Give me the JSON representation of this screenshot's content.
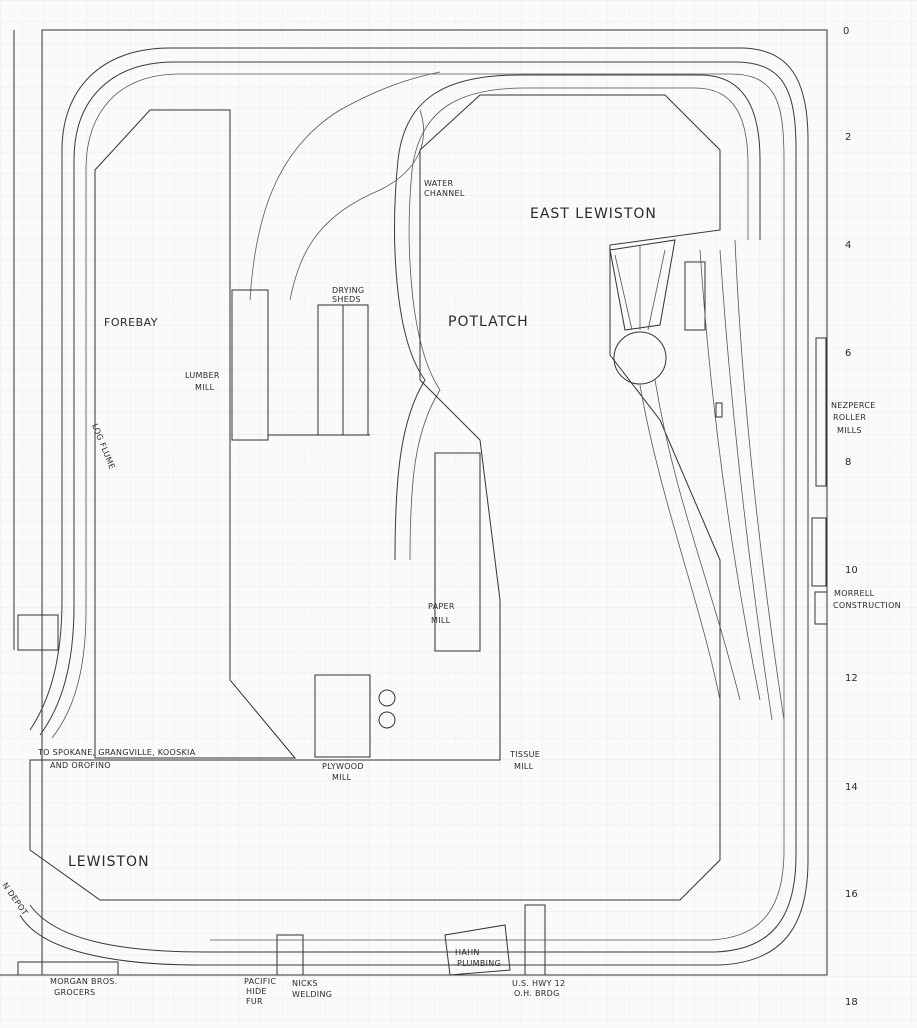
{
  "labels": {
    "forebay": "FOREBAY",
    "lumber_mill": [
      "LUMBER",
      "MILL"
    ],
    "log_flume": "LOG FLUME",
    "drying_sheds": [
      "DRYING",
      "SHEDS"
    ],
    "water_channel": [
      "WATER",
      "CHANNEL"
    ],
    "east_lewiston": "EAST LEWISTON",
    "potlatch": "POTLATCH",
    "nez_perce": [
      "NEZPERCE",
      "ROLLER",
      "MILLS"
    ],
    "morrell": [
      "MORRELL",
      "CONSTRUCTION"
    ],
    "paper_mill": [
      "PAPER",
      "MILL"
    ],
    "plywood_mill": [
      "PLYWOOD",
      "MILL"
    ],
    "tissue_mill": [
      "TISSUE",
      "MILL"
    ],
    "to_spokane": [
      "TO SPOKANE, GRANGVILLE, KOOSKIA",
      "AND OROFINO"
    ],
    "lewiston": "LEWISTON",
    "depot": "N DEPOT",
    "morgan_bros": [
      "MORGAN BROS.",
      "GROCERS"
    ],
    "pacific_hide": [
      "PACIFIC",
      "HIDE",
      "FUR"
    ],
    "nicks_welding": [
      "NICKS",
      "WELDING"
    ],
    "hahn_plumbing": [
      "HAHN",
      "PLUMBING"
    ],
    "us_hwy_12": [
      "U.S. HWY 12",
      "O.H. BRDG"
    ]
  },
  "scale_marks": [
    "0",
    "2",
    "4",
    "6",
    "8",
    "10",
    "12",
    "14",
    "16",
    "18"
  ],
  "colors": {
    "paper": "#fafaf8",
    "grid": "#e3e6ea",
    "pencil": "#333333"
  }
}
